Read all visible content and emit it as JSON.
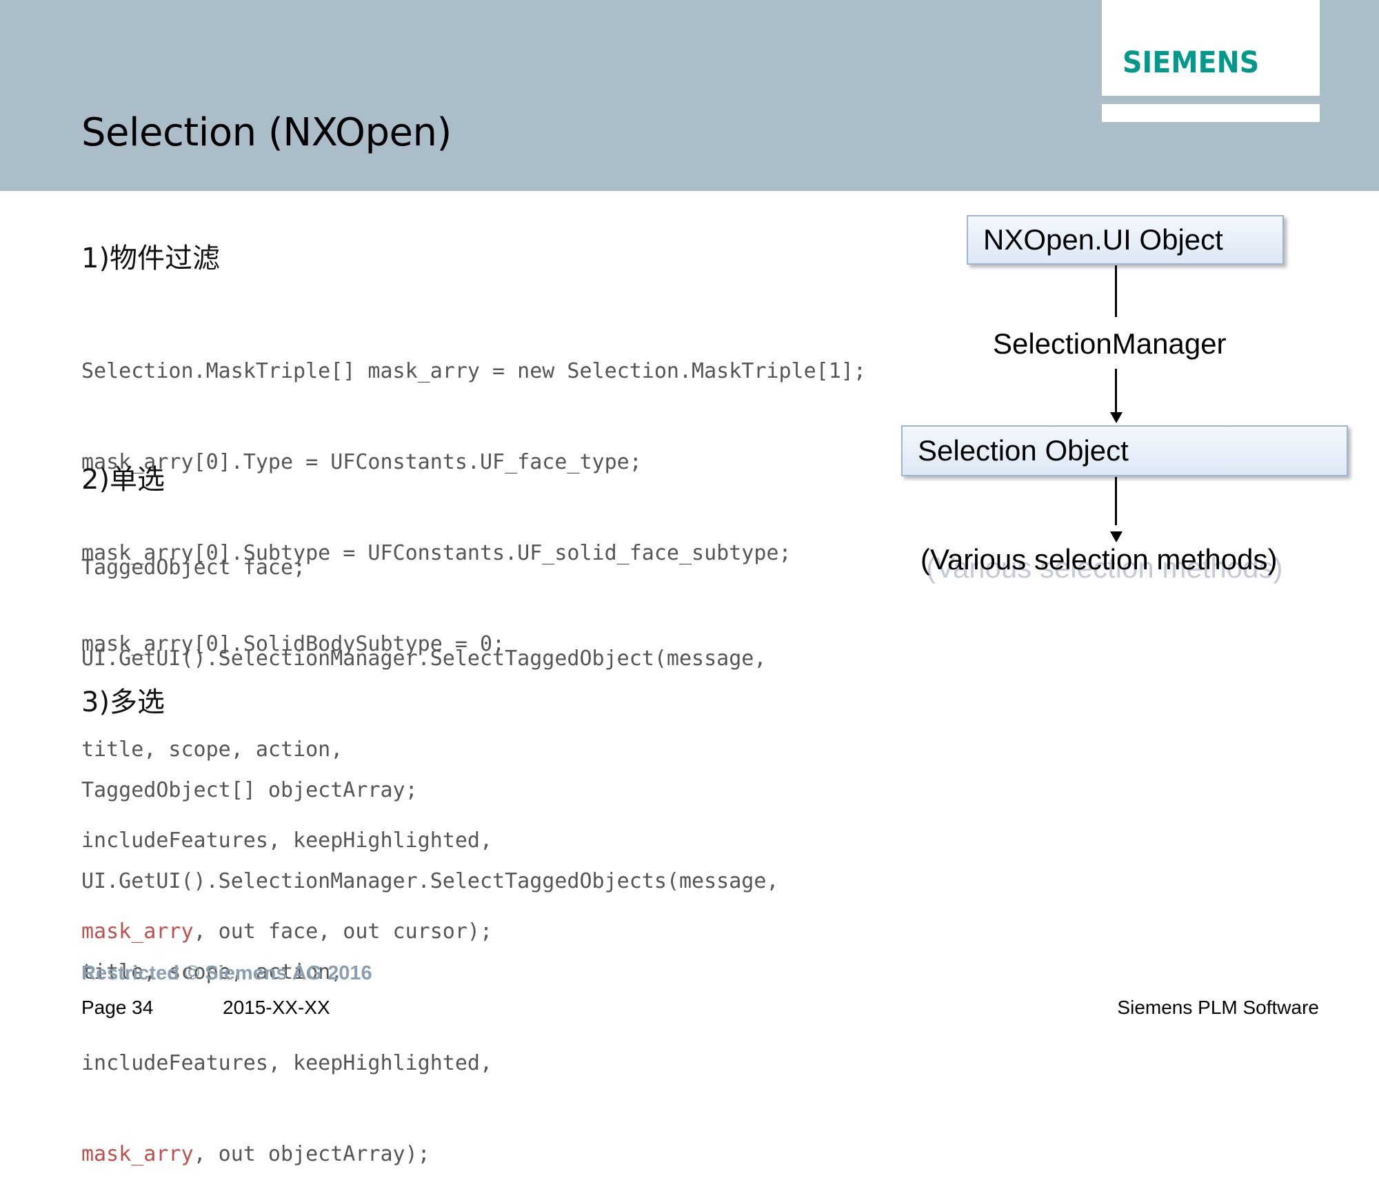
{
  "header": {
    "title": "Selection (NXOpen)",
    "logo_text": "SIEMENS"
  },
  "sections": [
    {
      "heading": "1)物件过滤",
      "code_lines": [
        "Selection.MaskTriple[] mask_arry = new Selection.MaskTriple[1];",
        "mask_arry[0].Type = UFConstants.UF_face_type;",
        "mask_arry[0].Subtype = UFConstants.UF_solid_face_subtype;",
        "mask_arry[0].SolidBodySubtype = 0;"
      ]
    },
    {
      "heading": "2)单选",
      "code_lines": [
        "TaggedObject face;",
        "UI.GetUI().SelectionManager.SelectTaggedObject(message,",
        "title, scope, action,",
        "includeFeatures, keepHighlighted,"
      ],
      "last_line_highlight": "mask_arry",
      "last_line_rest": ", out face, out cursor);"
    },
    {
      "heading": "3)多选",
      "code_lines": [
        "TaggedObject[] objectArray;",
        "UI.GetUI().SelectionManager.SelectTaggedObjects(message,",
        "title, scope, action,",
        "includeFeatures, keepHighlighted,"
      ],
      "last_line_highlight": "mask_arry",
      "last_line_rest": ", out objectArray);"
    }
  ],
  "diagram": {
    "top_box": "NXOpen.UI Object",
    "manager_label": "SelectionManager",
    "middle_box": "Selection Object",
    "methods_label": "(Various selection methods)"
  },
  "colors": {
    "header_band": "#abbdc9",
    "logo_teal": "#00998a",
    "code_gray": "#555555",
    "highlight_red": "#c0504d",
    "footer_gray_blue": "#8a9fb1"
  },
  "footer": {
    "restricted": "Restricted © Siemens AG 2016",
    "page": "Page 34",
    "date": "2015-XX-XX",
    "company": "Siemens PLM Software"
  }
}
